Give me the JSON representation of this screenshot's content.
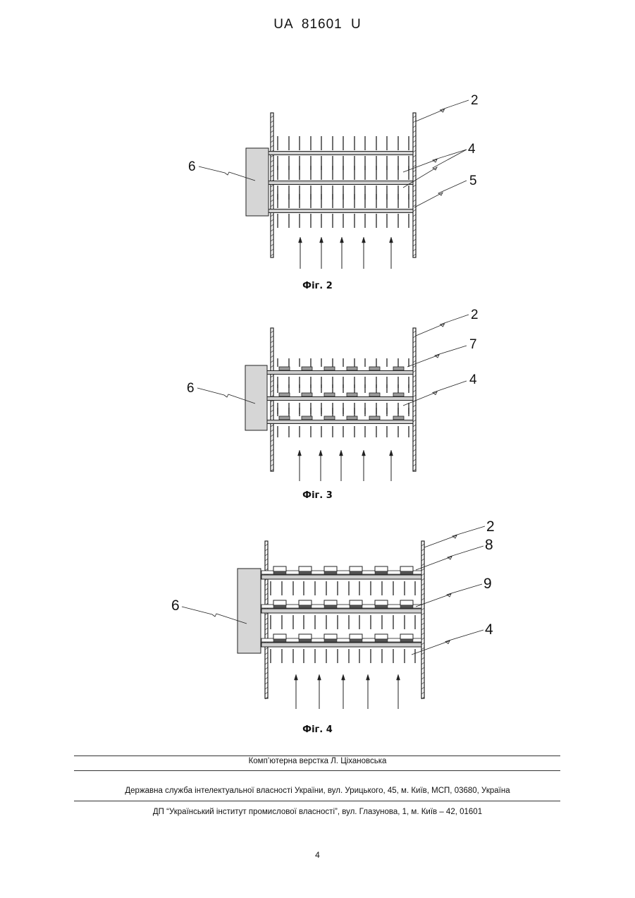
{
  "header": {
    "patent_number": "UA   81601   U"
  },
  "figures": [
    {
      "caption": "Фіг. 2",
      "labels": {
        "l2": "2",
        "l4": "4",
        "l5": "5",
        "l6": "6"
      }
    },
    {
      "caption": "Фіг. 3",
      "labels": {
        "l2": "2",
        "l7": "7",
        "l4": "4",
        "l6": "6"
      }
    },
    {
      "caption": "Фіг. 4",
      "labels": {
        "l2": "2",
        "l8": "8",
        "l9": "9",
        "l4": "4",
        "l6": "6"
      }
    }
  ],
  "footer": {
    "typesetting": "Комп’ютерна верстка Л. Ціхановська",
    "agency": "Державна служба інтелектуальної власності України, вул. Урицького, 45, м. Київ, МСП, 03680, Україна",
    "institute": "ДП “Український інститут промислової власності”, вул. Глазунова, 1, м. Київ – 42, 01601"
  },
  "page_number": "4"
}
